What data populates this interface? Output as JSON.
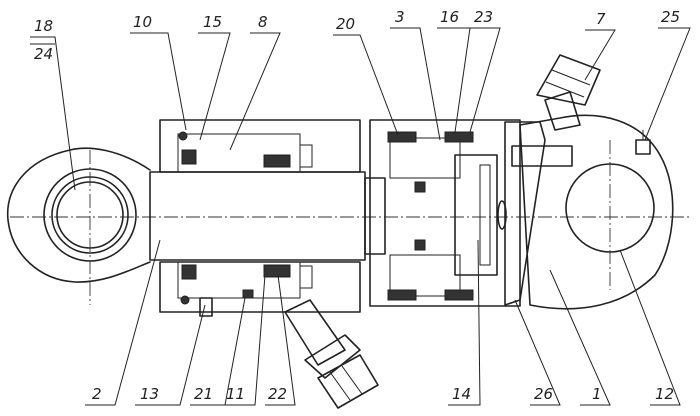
{
  "labels": {
    "l18": "18",
    "l24": "24",
    "l10": "10",
    "l15": "15",
    "l8": "8",
    "l20": "20",
    "l3": "3",
    "l16": "16",
    "l23": "23",
    "l7": "7",
    "l25": "25",
    "l2": "2",
    "l13": "13",
    "l21": "21",
    "l11": "11",
    "l22": "22",
    "l14": "14",
    "l26": "26",
    "l1": "1",
    "l12": "12"
  }
}
